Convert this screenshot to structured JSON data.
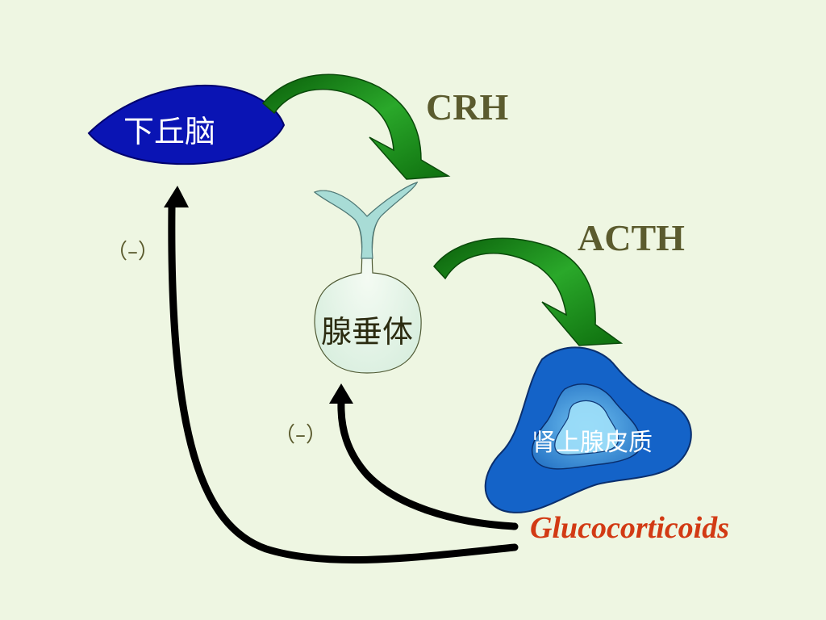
{
  "nodes": {
    "hypothalamus": "下丘脑",
    "pituitary": "腺垂体",
    "adrenal_cortex": "肾上腺皮质"
  },
  "hormones": {
    "crh": "CRH",
    "acth": "ACTH",
    "glucocorticoids": "Glucocorticoids"
  },
  "feedback": {
    "to_hypothalamus": "（–）",
    "to_pituitary": "（–）"
  },
  "colors": {
    "background": "#eef6e2",
    "hypothalamus_fill": "#0a14b4",
    "adrenal_fill": "#1463c8",
    "stimulation_arrow": "#1f8c1f",
    "feedback_arrow": "#000000",
    "hormone_text": "#5b5b2e",
    "glucocorticoid_text": "#d23a14"
  }
}
